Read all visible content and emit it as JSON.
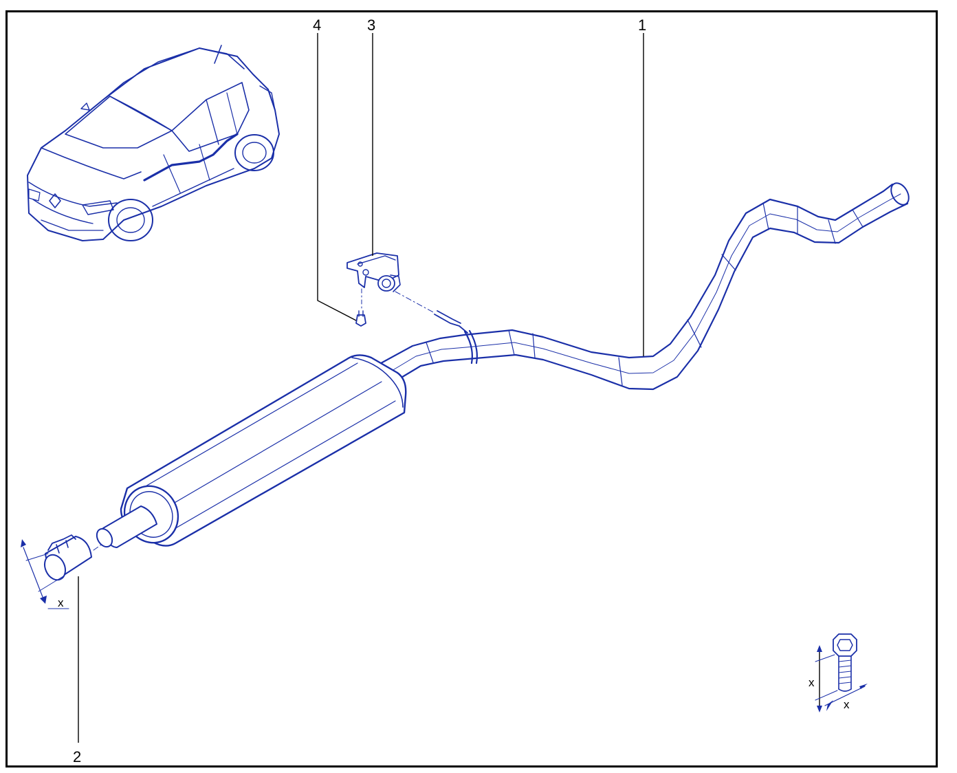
{
  "callouts": {
    "c1": "1",
    "c2": "2",
    "c3": "3",
    "c4": "4"
  },
  "dimensions": {
    "clamp_x": "x",
    "bolt_length_x": "x",
    "bolt_diameter_x": "x"
  },
  "colors": {
    "line": "#1a2fa8",
    "frame": "#000000",
    "background": "#ffffff"
  }
}
